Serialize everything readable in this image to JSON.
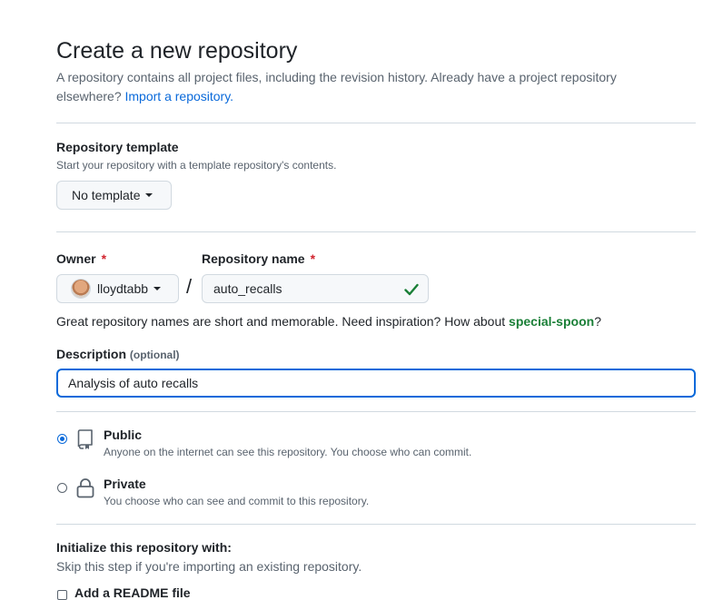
{
  "header": {
    "title": "Create a new repository",
    "desc_line1": "A repository contains all project files, including the revision history. Already have a project repository",
    "desc_line2_prefix": "elsewhere?",
    "import_link": "Import a repository."
  },
  "template": {
    "label": "Repository template",
    "help": "Start your repository with a template repository's contents.",
    "button": "No template"
  },
  "owner": {
    "label": "Owner",
    "required_mark": "*",
    "value": "lloydtabb"
  },
  "slash": "/",
  "repo_name": {
    "label": "Repository name",
    "required_mark": "*",
    "value": "auto_recalls"
  },
  "suggestion": {
    "prefix": "Great repository names are short and memorable. Need inspiration? How about",
    "name": "special-spoon",
    "suffix": "?"
  },
  "description": {
    "label": "Description",
    "optional": "(optional)",
    "value": "Analysis of auto recalls"
  },
  "visibility": {
    "public": {
      "label": "Public",
      "help": "Anyone on the internet can see this repository. You choose who can commit.",
      "selected": true
    },
    "private": {
      "label": "Private",
      "help": "You choose who can see and commit to this repository.",
      "selected": false
    }
  },
  "init": {
    "label": "Initialize this repository with:",
    "help": "Skip this step if you're importing an existing repository.",
    "readme_label": "Add a README file"
  },
  "colors": {
    "accent": "#0969da",
    "success": "#1a7f37",
    "danger": "#d1242f"
  }
}
